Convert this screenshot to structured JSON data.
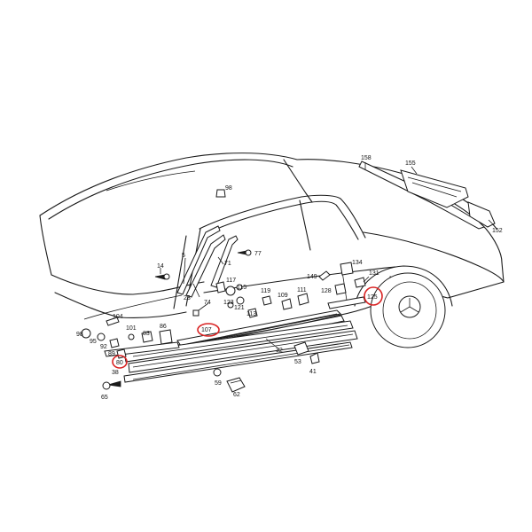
{
  "diagram": {
    "highlight_color": "#d92323",
    "callouts": {
      "p5": "5",
      "p14": "14",
      "p23": "23",
      "p32": "32",
      "p38": "38",
      "p41": "41",
      "p53": "53",
      "p59": "59",
      "p62": "62",
      "p65": "65",
      "p71": "71",
      "p74": "74",
      "p77": "77",
      "p80": "80",
      "p83": "83",
      "p86": "86",
      "p89": "89",
      "p92": "92",
      "p95": "95",
      "p98a": "98",
      "p98b": "98",
      "p101": "101",
      "p104": "104",
      "p107": "107",
      "p109": "109",
      "p111": "111",
      "p113": "113",
      "p115": "115",
      "p117": "117",
      "p119": "119",
      "p121": "121",
      "p123": "123",
      "p125": "125",
      "p128": "128",
      "p131": "131",
      "p134": "134",
      "p149": "149",
      "p152": "152",
      "p155": "155",
      "p158": "158"
    }
  }
}
